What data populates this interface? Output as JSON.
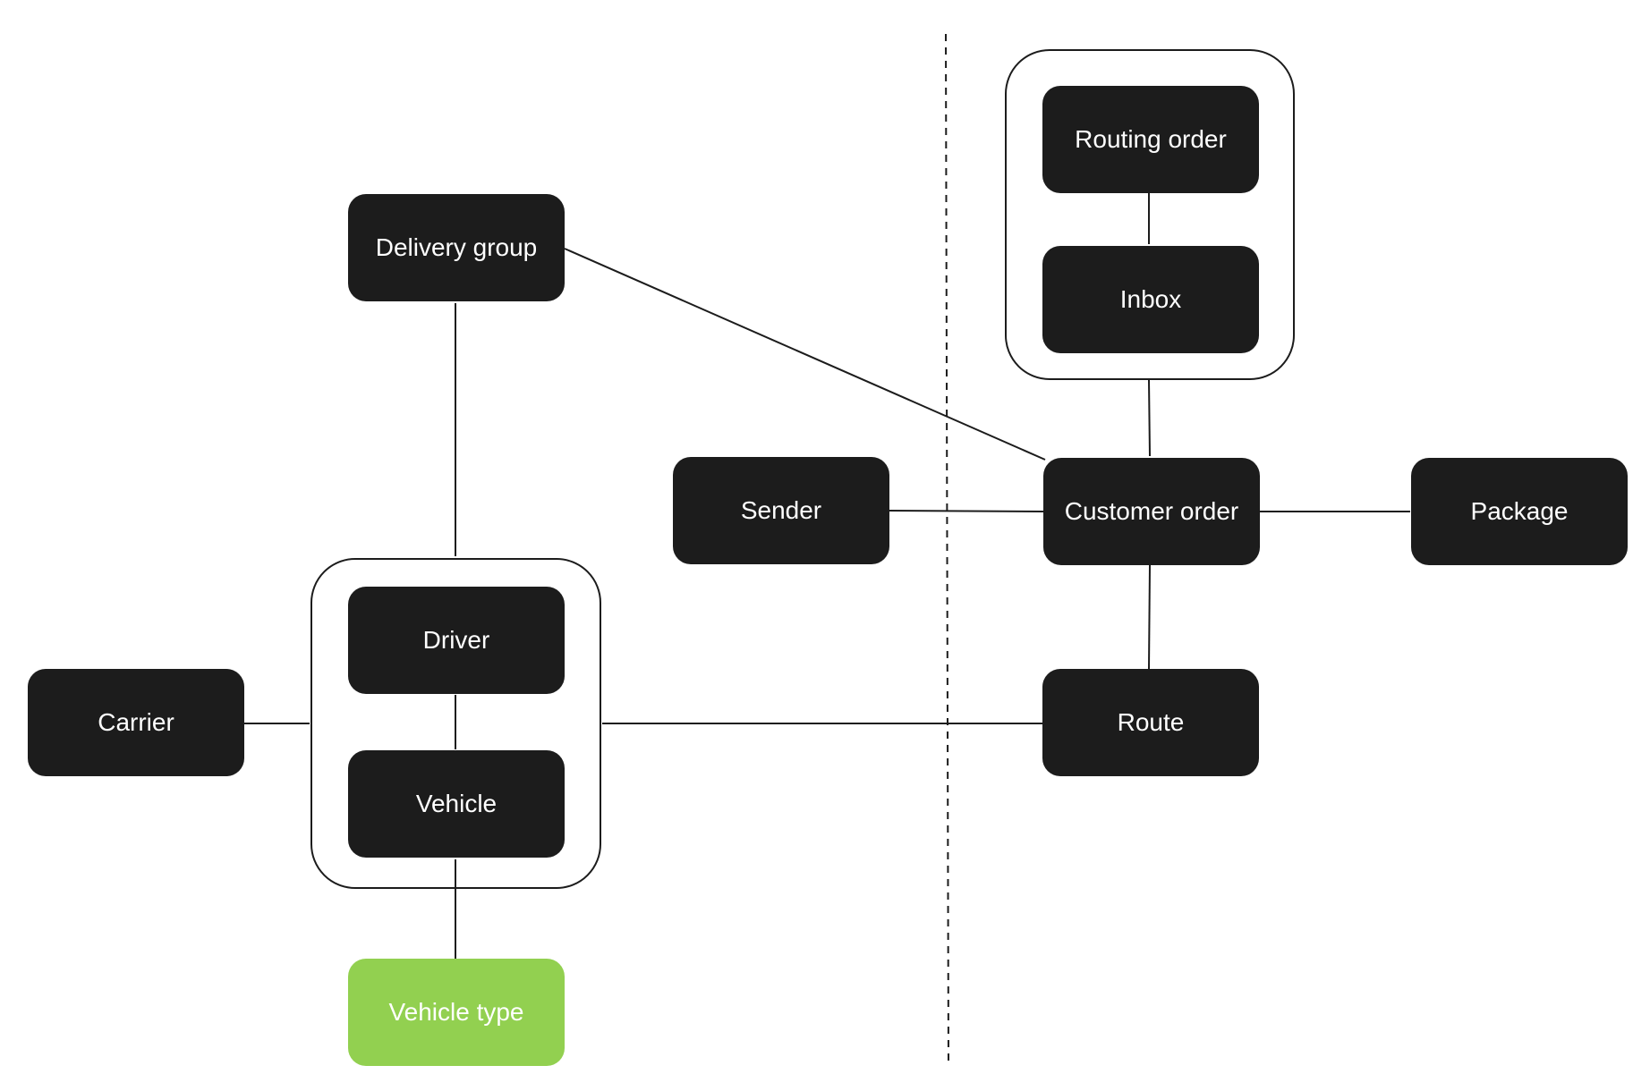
{
  "colors": {
    "node_fill": "#1c1c1c",
    "node_text": "#ffffff",
    "highlight_fill": "#92d050",
    "line": "#1c1c1c",
    "background": "#ffffff"
  },
  "nodes": {
    "routing_order": "Routing order",
    "inbox": "Inbox",
    "delivery_group": "Delivery group",
    "sender": "Sender",
    "customer_order": "Customer order",
    "package": "Package",
    "driver": "Driver",
    "carrier": "Carrier",
    "vehicle": "Vehicle",
    "route": "Route",
    "vehicle_type": "Vehicle type"
  }
}
